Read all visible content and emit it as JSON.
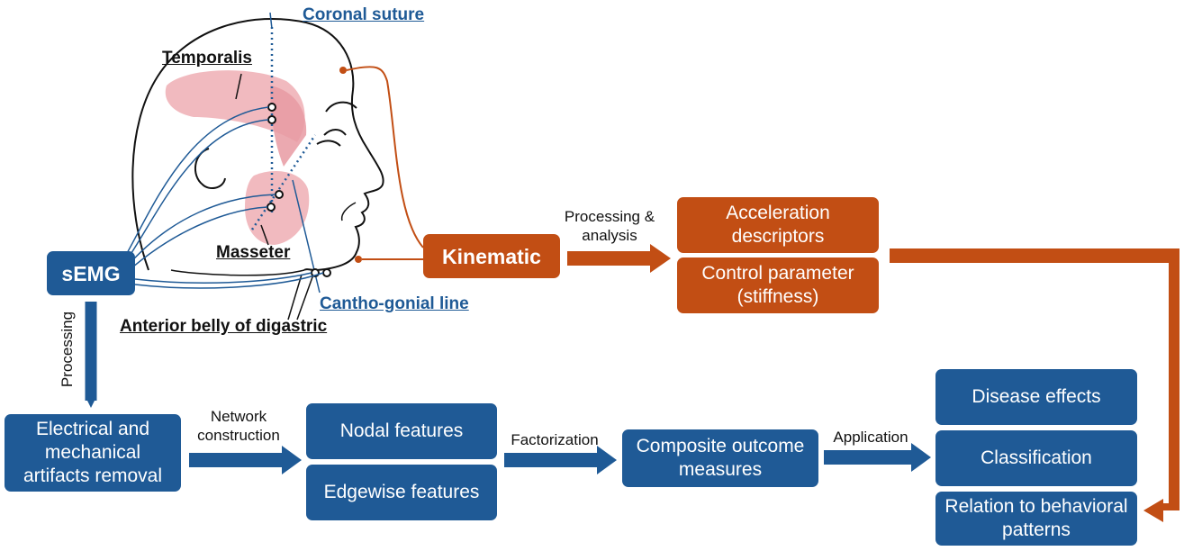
{
  "anatomy": {
    "coronal_suture": "Coronal suture",
    "temporalis": "Temporalis",
    "masseter": "Masseter",
    "cantho_gonial": "Cantho-gonial line",
    "digastric": "Anterior belly of digastric"
  },
  "nodes": {
    "semg": "sEMG",
    "kinematic": "Kinematic",
    "acceleration": "Acceleration descriptors",
    "control": "Control parameter (stiffness)",
    "artifacts": "Electrical and mechanical artifacts removal",
    "nodal": "Nodal features",
    "edgewise": "Edgewise features",
    "composite": "Composite outcome measures",
    "disease": "Disease effects",
    "classification": "Classification",
    "relation": "Relation to behavioral patterns"
  },
  "edges": {
    "processing_analysis": "Processing & analysis",
    "processing": "Processing",
    "network": "Network construction",
    "factorization": "Factorization",
    "application": "Application"
  },
  "colors": {
    "blue": "#1f5a96",
    "orange": "#c24e14",
    "muscle": "#efb3b8"
  }
}
